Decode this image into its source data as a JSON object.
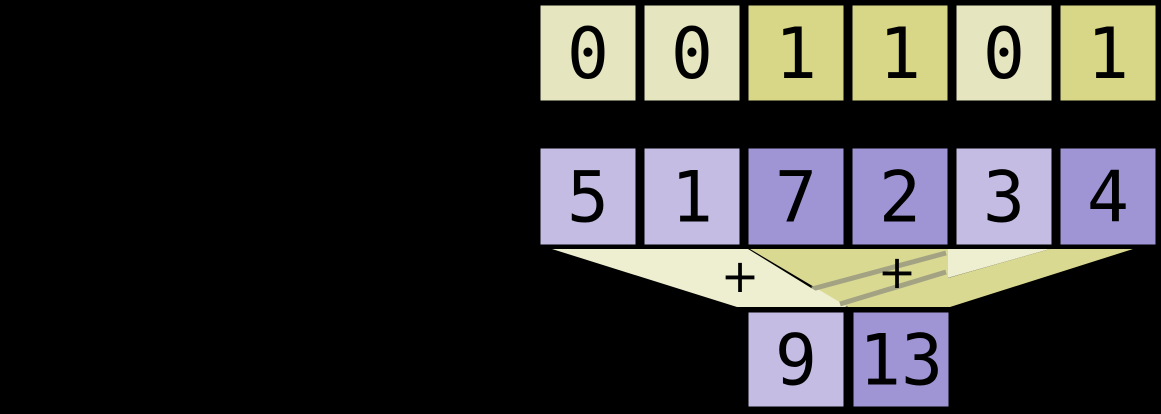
{
  "mask_row": {
    "cells": [
      {
        "label": "0",
        "level": "low"
      },
      {
        "label": "0",
        "level": "low"
      },
      {
        "label": "1",
        "level": "high"
      },
      {
        "label": "1",
        "level": "high"
      },
      {
        "label": "0",
        "level": "low"
      },
      {
        "label": "1",
        "level": "high"
      }
    ]
  },
  "value_row": {
    "cells": [
      {
        "label": "5",
        "level": "low"
      },
      {
        "label": "1",
        "level": "low"
      },
      {
        "label": "7",
        "level": "high"
      },
      {
        "label": "2",
        "level": "high"
      },
      {
        "label": "3",
        "level": "low"
      },
      {
        "label": "4",
        "level": "high"
      }
    ]
  },
  "result_row": {
    "cells": [
      {
        "label": "9",
        "level": "low"
      },
      {
        "label": "13",
        "level": "high"
      }
    ]
  },
  "operators": {
    "left_label": "+",
    "right_label": "+"
  },
  "colors": {
    "background": "#000000",
    "maskLow": "#e5e5bf",
    "maskHigh": "#d7d787",
    "valueLow": "#c4bce3",
    "valueHigh": "#9f95d5",
    "funnelLight": "#eeeed0",
    "funnelDark": "#d9d992",
    "outline": "#000000",
    "seenThroughEdge": "#a3a384"
  }
}
